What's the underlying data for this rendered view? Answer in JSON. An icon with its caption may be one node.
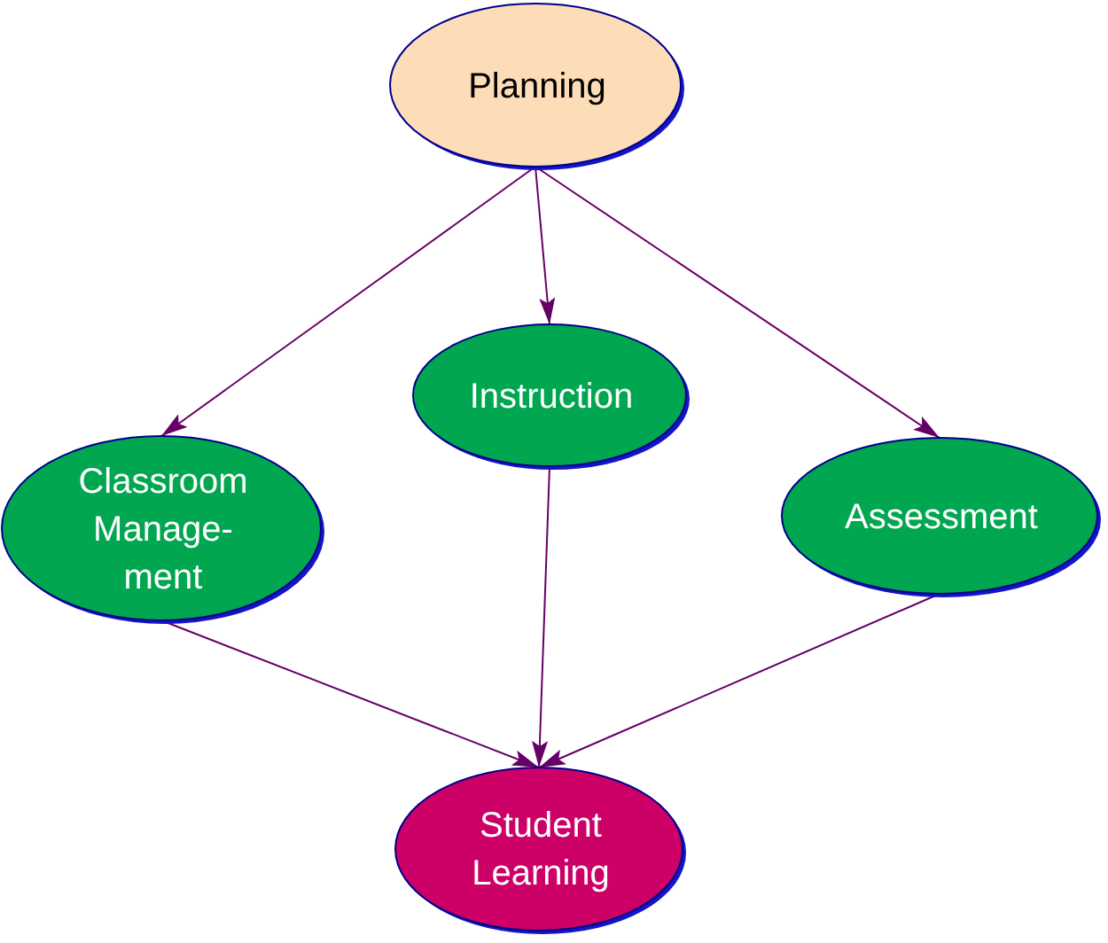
{
  "diagram": {
    "nodes": [
      {
        "text": [
          "Planning"
        ]
      },
      {
        "text": [
          "Classroom Manage- ment"
        ]
      },
      {
        "text": [
          "Instruction"
        ]
      },
      {
        "text": [
          "Assessment"
        ]
      },
      {
        "text": [
          "Student Learning"
        ]
      }
    ],
    "edges": [
      {
        "from": 0,
        "to": 1,
        "arrow": "to"
      },
      {
        "from": 0,
        "to": 2,
        "arrow": "to"
      },
      {
        "from": 0,
        "to": 3,
        "arrow": "to"
      },
      {
        "from": 1,
        "to": 4,
        "arrow": "to"
      },
      {
        "from": 2,
        "to": 4,
        "arrow": "to"
      },
      {
        "from": 3,
        "to": 4,
        "arrow": "to"
      }
    ]
  }
}
